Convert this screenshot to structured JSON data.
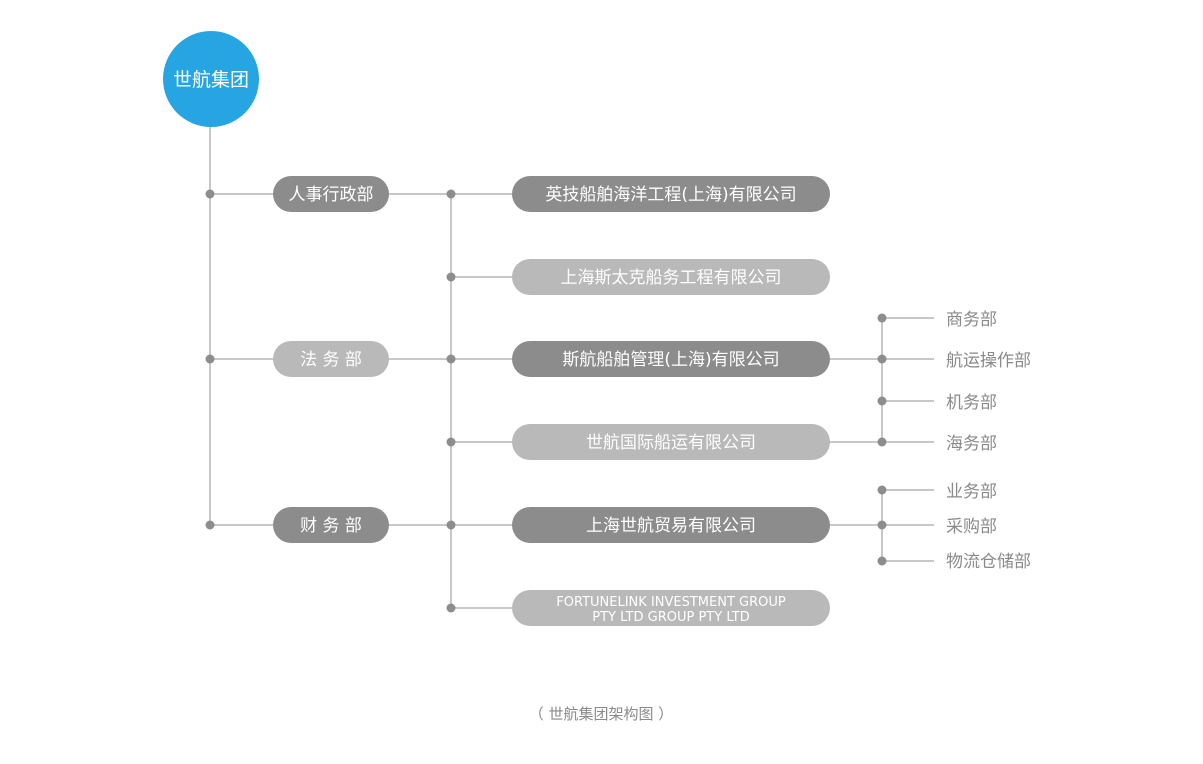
{
  "root": {
    "label": "世航集团",
    "color": "#27a5e2"
  },
  "departments": [
    {
      "id": "hr",
      "label": "人事行政部"
    },
    {
      "id": "legal",
      "label": "法 务 部"
    },
    {
      "id": "finance",
      "label": "财 务 部"
    }
  ],
  "companies": [
    {
      "id": "yingji",
      "label": "英技船舶海洋工程(上海)有限公司",
      "tone": "dark"
    },
    {
      "id": "stk",
      "label": "上海斯太克船务工程有限公司",
      "tone": "light"
    },
    {
      "id": "sihang",
      "label": "斯航船舶管理(上海)有限公司",
      "tone": "dark",
      "children": [
        "商务部",
        "航运操作部",
        "机务部",
        "海务部"
      ]
    },
    {
      "id": "shguoji",
      "label": "世航国际船运有限公司",
      "tone": "light"
    },
    {
      "id": "trade",
      "label": "上海世航贸易有限公司",
      "tone": "dark",
      "children": [
        "业务部",
        "采购部",
        "物流仓储部"
      ]
    },
    {
      "id": "fortune",
      "label_lines": [
        "FORTUNELINK INVESTMENT GROUP",
        "PTY LTD GROUP PTY LTD"
      ],
      "tone": "light"
    }
  ],
  "caption": "（ 世航集团架构图 ）",
  "colors": {
    "line": "#c8c8c8",
    "dot": "#8d8d8d",
    "pill_dark": "#8c8c8c",
    "pill_light": "#b9b9b9"
  }
}
